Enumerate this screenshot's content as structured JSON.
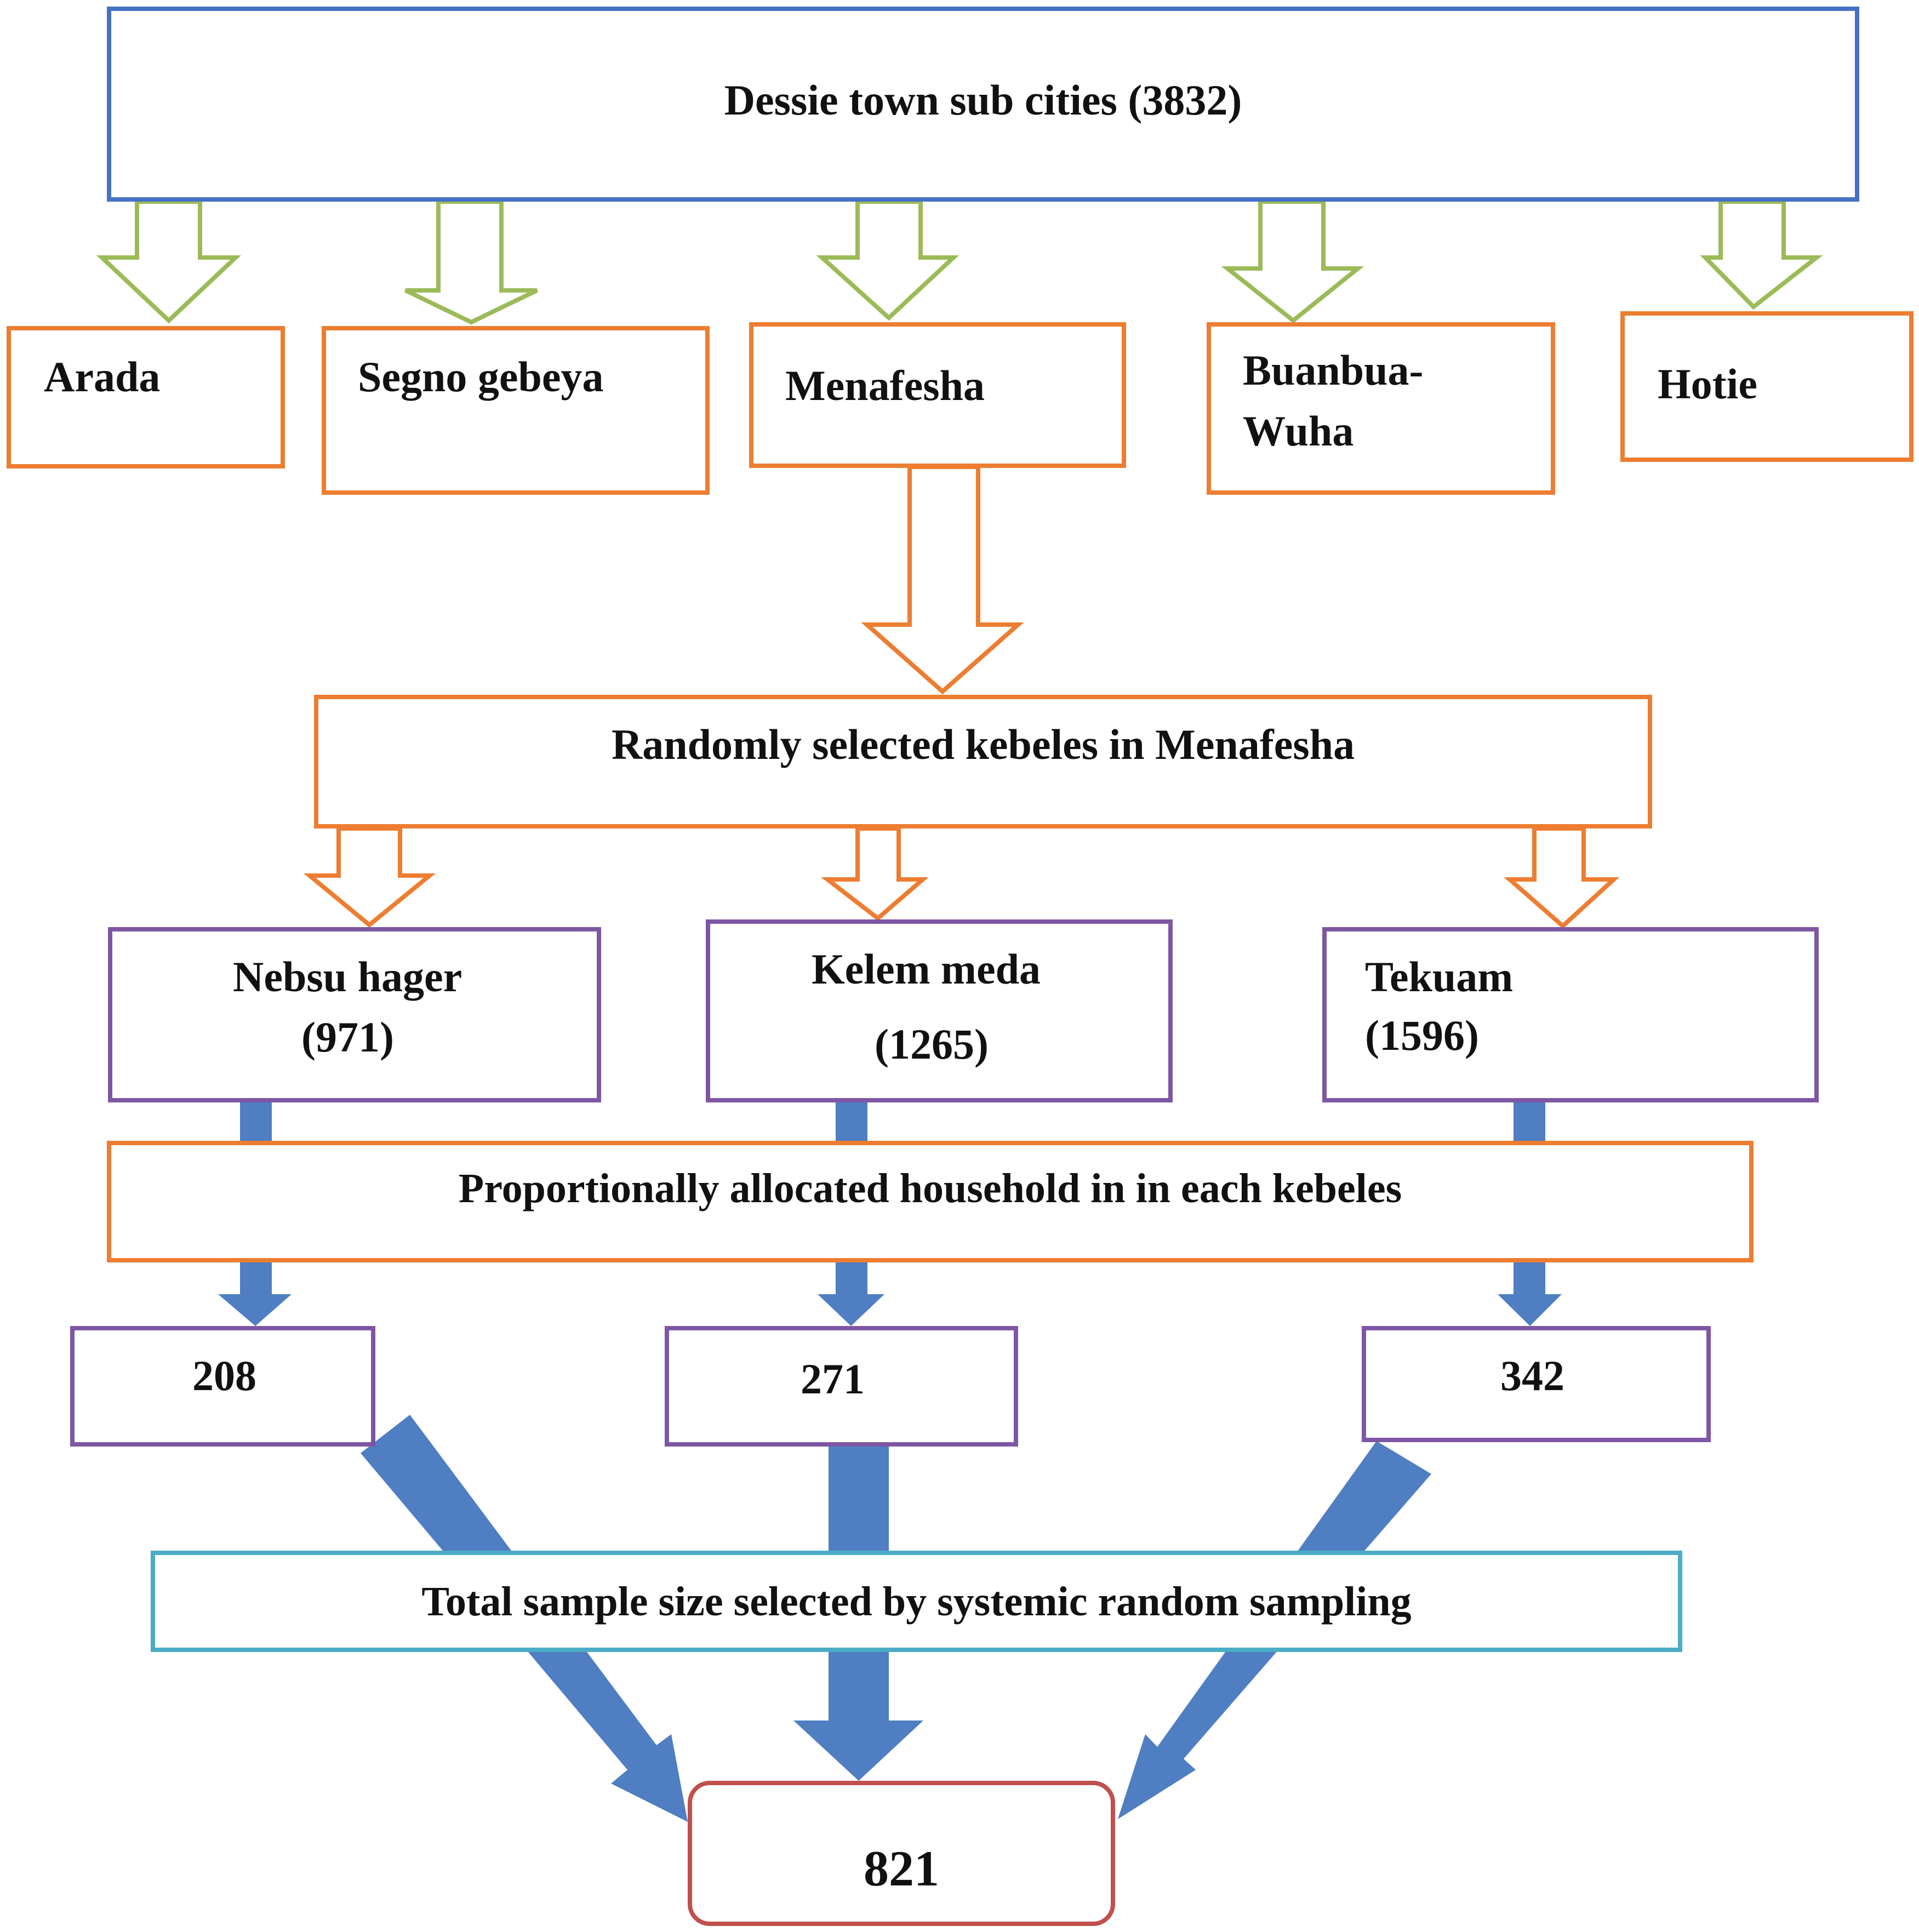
{
  "top": {
    "label": "Dessie town sub cities (3832)"
  },
  "sub_cities": [
    "Arada",
    "Segno gebeya",
    "Menafesha",
    "Buanbua-",
    "Wuha",
    "Hotie"
  ],
  "randomly_selected": {
    "label": "Randomly selected kebeles in Menafesha"
  },
  "kebeles": [
    {
      "name": "Nebsu hager",
      "count": "(971)"
    },
    {
      "name": "Kelem meda",
      "count": "(1265)"
    },
    {
      "name": "Tekuam",
      "count": "(1596)"
    }
  ],
  "allocation": {
    "label": "Proportionally allocated household in in each kebeles"
  },
  "allocated": [
    "208",
    "271",
    "342"
  ],
  "total": {
    "label": "Total sample size selected by systemic random sampling",
    "value": "821"
  },
  "colors": {
    "blue_border": "#4472C4",
    "green_arrow": "#9BBB59",
    "orange": "#ED7D31",
    "purple": "#7E56A3",
    "teal": "#4BACC6",
    "red": "#C0504D",
    "arrow_fill": "#4F7EC2"
  }
}
